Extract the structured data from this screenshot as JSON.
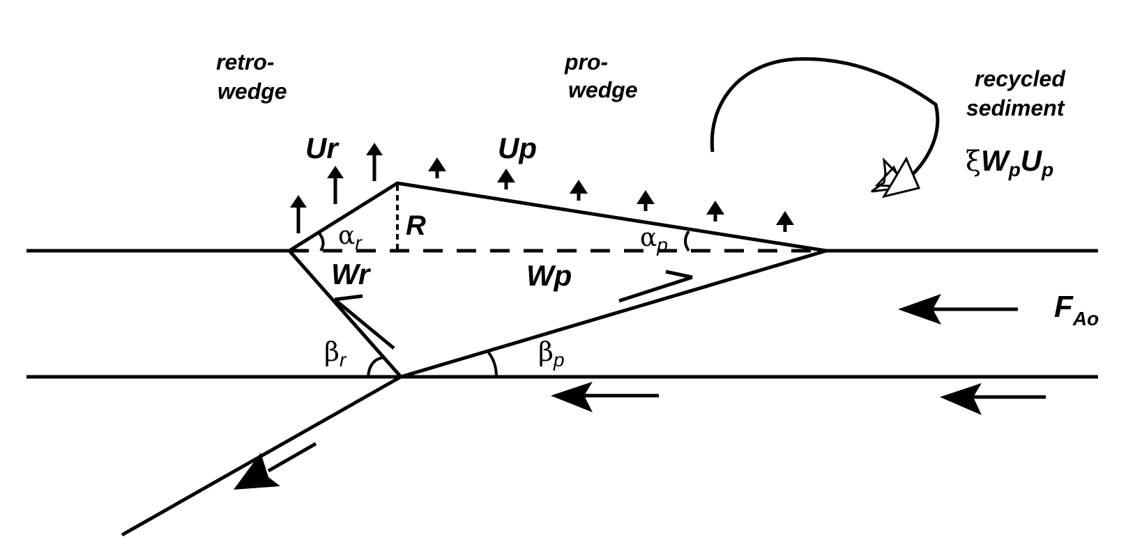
{
  "labels": {
    "retro_wedge_line1": "retro-",
    "retro_wedge_line2": "wedge",
    "pro_wedge_line1": "pro-",
    "pro_wedge_line2": "wedge",
    "recycled_line1": "recycled",
    "recycled_line2": "sediment",
    "uplift_retro": "Ur",
    "uplift_pro": "Up",
    "height": "R",
    "width_retro": "Wr",
    "width_pro": "Wp",
    "alpha_r_symbol": "α",
    "alpha_r_sub": "r",
    "alpha_p_symbol": "α",
    "alpha_p_sub": "p",
    "beta_r_symbol": "β",
    "beta_r_sub": "r",
    "beta_p_symbol": "β",
    "beta_p_sub": "p",
    "flux_xi": "ξ",
    "flux_W": "W",
    "flux_W_sub": "p",
    "flux_U": "U",
    "flux_U_sub": "p",
    "force_F": "F",
    "force_sub": "Ao"
  },
  "colors": {
    "ink": "#000000",
    "background": "#ffffff"
  }
}
